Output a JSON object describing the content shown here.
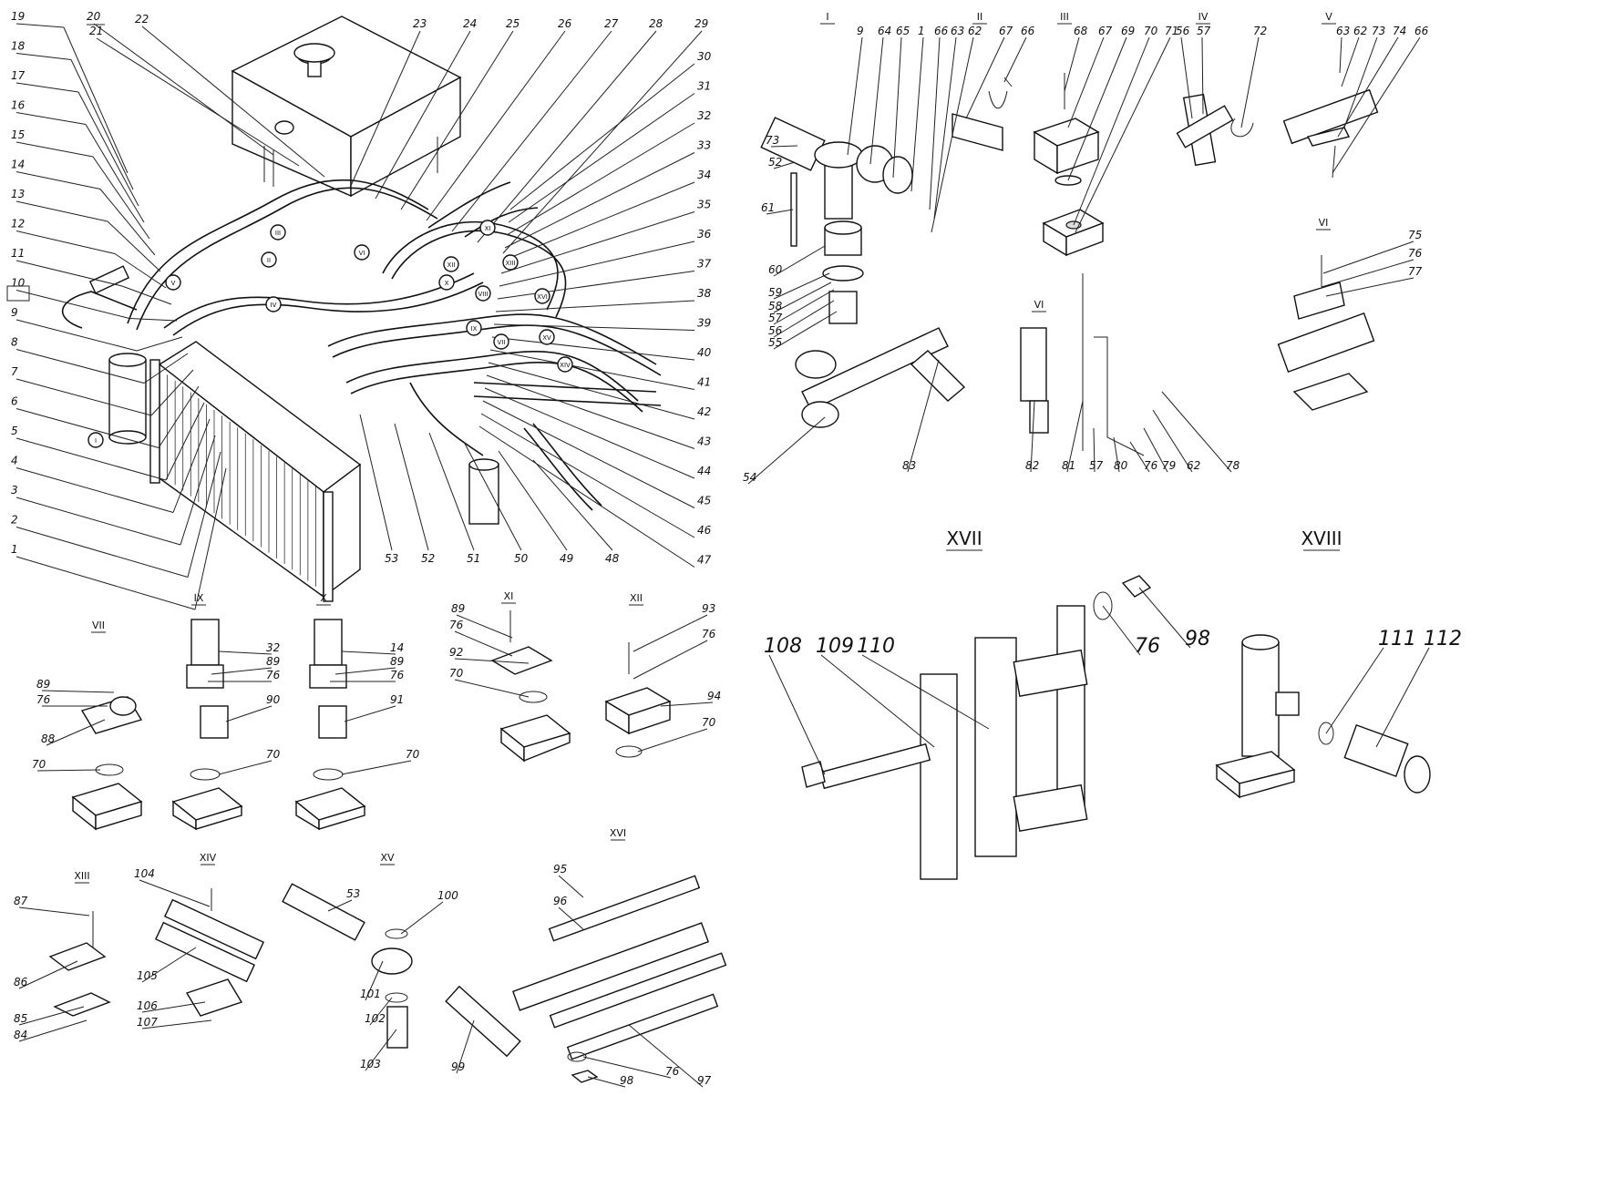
{
  "main_callouts": {
    "left_column": [
      "19",
      "18",
      "17",
      "16",
      "15",
      "14",
      "13",
      "12",
      "11",
      "10",
      "9",
      "8",
      "7",
      "6",
      "5",
      "4",
      "3",
      "2",
      "1"
    ],
    "top_row": [
      "20",
      "21",
      "22",
      "23",
      "24",
      "25",
      "26",
      "27",
      "28",
      "29"
    ],
    "right_column": [
      "30",
      "31",
      "32",
      "33",
      "34",
      "35",
      "36",
      "37",
      "38",
      "39",
      "40",
      "41",
      "42",
      "43",
      "44",
      "45",
      "46",
      "47"
    ],
    "bottom_row": [
      "53",
      "52",
      "51",
      "50",
      "49",
      "48"
    ]
  },
  "circle_markers": [
    "I",
    "II",
    "III",
    "IV",
    "V",
    "VI",
    "VII",
    "VIII",
    "IX",
    "X",
    "XI",
    "XII",
    "XIII",
    "XIV",
    "XV",
    "XVI"
  ],
  "details": {
    "I": {
      "label": "I",
      "callouts": [
        "9",
        "64",
        "65",
        "1",
        "66",
        "63",
        "62",
        "73",
        "52",
        "61",
        "60",
        "59",
        "58",
        "57",
        "56",
        "55",
        "54",
        "83"
      ]
    },
    "II": {
      "label": "II",
      "callouts": [
        "67",
        "66"
      ]
    },
    "III": {
      "label": "III",
      "callouts": [
        "68",
        "67",
        "69",
        "70",
        "71"
      ]
    },
    "IV": {
      "label": "IV",
      "callouts": [
        "56",
        "57",
        "72"
      ]
    },
    "V": {
      "label": "V",
      "callouts": [
        "63",
        "62",
        "73",
        "74",
        "66"
      ]
    },
    "VI": {
      "label": "VI",
      "callouts": [
        "75",
        "76",
        "77"
      ]
    },
    "VI_b": {
      "label": "VI",
      "callouts": [
        "82",
        "81",
        "57",
        "80",
        "76",
        "79",
        "62",
        "78"
      ]
    },
    "VII": {
      "label": "VII",
      "callouts": [
        "89",
        "76",
        "88",
        "70"
      ]
    },
    "IX": {
      "label": "IX",
      "callouts": [
        "32",
        "89",
        "76",
        "90",
        "70"
      ]
    },
    "X": {
      "label": "X",
      "callouts": [
        "14",
        "89",
        "76",
        "91",
        "70"
      ]
    },
    "XI": {
      "label": "XI",
      "callouts": [
        "89",
        "76",
        "92",
        "70"
      ]
    },
    "XII": {
      "label": "XII",
      "callouts": [
        "93",
        "76",
        "94",
        "70"
      ]
    },
    "XIII": {
      "label": "XIII",
      "callouts": [
        "87",
        "86",
        "85",
        "84"
      ]
    },
    "XIV": {
      "label": "XIV",
      "callouts": [
        "104",
        "105",
        "106",
        "107"
      ]
    },
    "XV": {
      "label": "XV",
      "callouts": [
        "53",
        "100",
        "101",
        "102",
        "103",
        "99"
      ]
    },
    "XVI": {
      "label": "XVI",
      "callouts": [
        "95",
        "96",
        "98",
        "76",
        "97"
      ]
    },
    "XVII": {
      "label": "XVII",
      "callouts": [
        "108",
        "109",
        "110",
        "76",
        "98"
      ]
    },
    "XVIII": {
      "label": "XVIII",
      "callouts": [
        "111",
        "112"
      ]
    }
  }
}
